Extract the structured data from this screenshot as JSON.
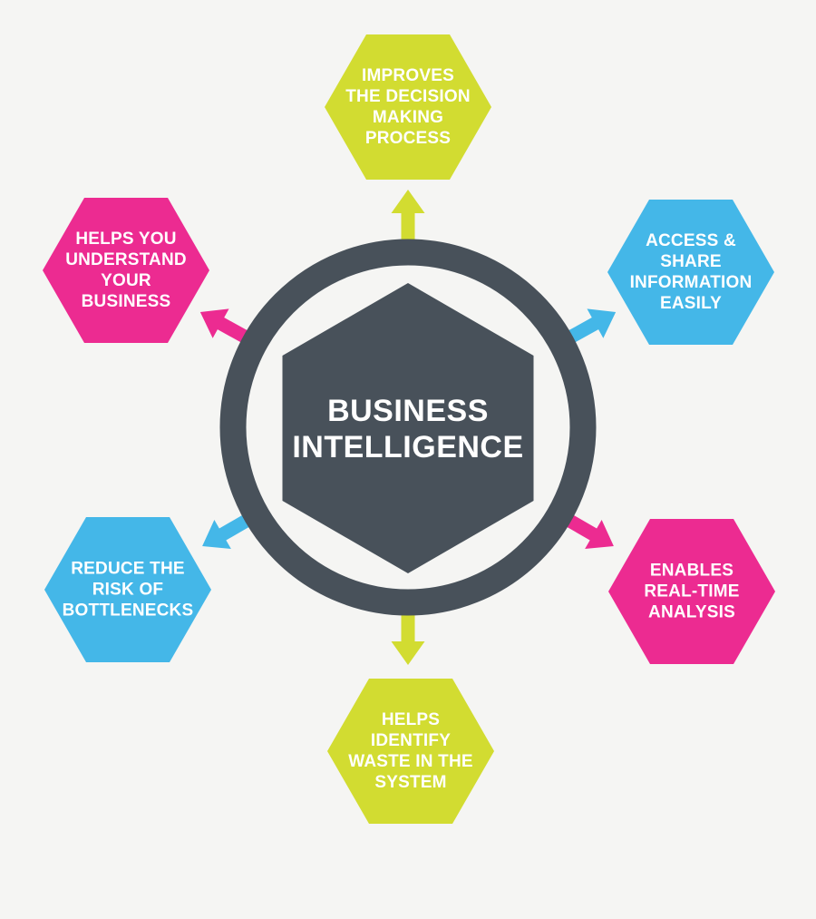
{
  "page": {
    "background": "#f5f5f3"
  },
  "center": {
    "label_lines": [
      "BUSINESS",
      "INTELLIGENCE"
    ],
    "hexagon_color": "#48515a",
    "ring_color": "#48515a",
    "text_color": "#ffffff"
  },
  "hexagons": [
    {
      "id": "improves-decision-making",
      "position": "top",
      "color": "#d2dc31",
      "lines": [
        "IMPROVES",
        "THE DECISION",
        "MAKING",
        "PROCESS"
      ]
    },
    {
      "id": "access-share-information",
      "position": "top-right",
      "color": "#44b7e8",
      "lines": [
        "ACCESS &",
        "SHARE",
        "INFORMATION",
        "EASILY"
      ]
    },
    {
      "id": "enables-real-time-analysis",
      "position": "bottom-right",
      "color": "#ec2b91",
      "lines": [
        "ENABLES",
        "REAL-TIME",
        "ANALYSIS"
      ]
    },
    {
      "id": "helps-identify-waste",
      "position": "bottom",
      "color": "#d2dc31",
      "lines": [
        "HELPS",
        "IDENTIFY",
        "WASTE IN THE",
        "SYSTEM"
      ]
    },
    {
      "id": "reduce-risk-of-bottlenecks",
      "position": "bottom-left",
      "color": "#44b7e8",
      "lines": [
        "REDUCE THE",
        "RISK OF",
        "BOTTLENECKS"
      ]
    },
    {
      "id": "helps-understand-business",
      "position": "top-left",
      "color": "#ec2b91",
      "lines": [
        "HELPS YOU",
        "UNDERSTAND",
        "YOUR",
        "BUSINESS"
      ]
    }
  ]
}
